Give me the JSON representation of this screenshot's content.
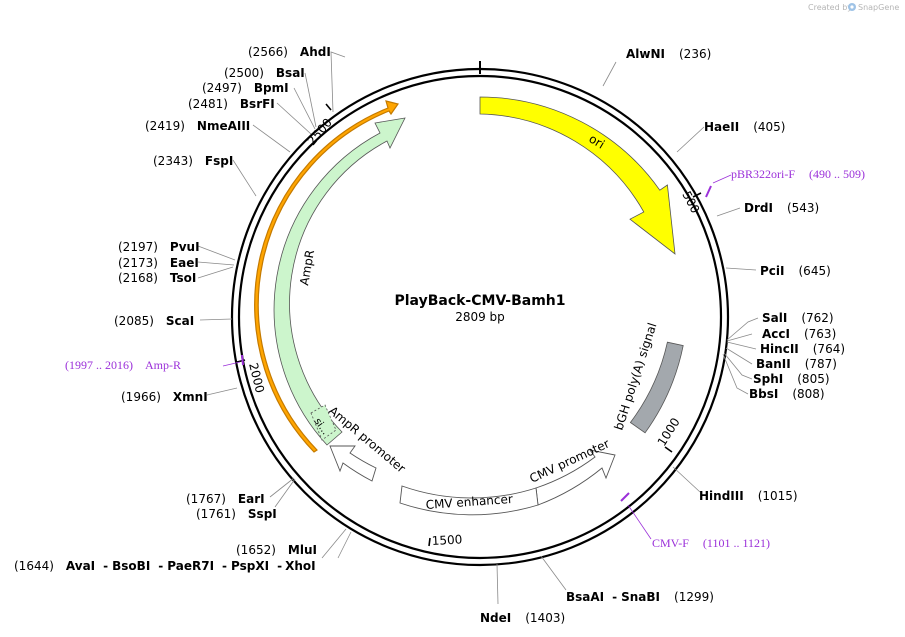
{
  "credit": {
    "prefix": "Created by",
    "brand": "SnapGene"
  },
  "plasmid": {
    "name": "PlayBack-CMV-Bamh1",
    "length": "2809 bp"
  },
  "ticks": [
    "500",
    "1000",
    "1500",
    "2000",
    "2500"
  ],
  "features": {
    "ori": "ori",
    "bgh": "bGH poly(A) signal",
    "cmv_promoter": "CMV promoter",
    "cmv_enhancer": "CMV enhancer",
    "ampr_promoter": "AmpR promoter",
    "ampr": "AmpR",
    "signal": "si..."
  },
  "sites": {
    "alwni": {
      "name": "AlwNI",
      "pos": "(236)"
    },
    "haeii": {
      "name": "HaeII",
      "pos": "(405)"
    },
    "drdi": {
      "name": "DrdI",
      "pos": "(543)"
    },
    "pcii": {
      "name": "PciI",
      "pos": "(645)"
    },
    "sali": {
      "name": "SalI",
      "pos": "(762)"
    },
    "acci": {
      "name": "AccI",
      "pos": "(763)"
    },
    "hincii": {
      "name": "HincII",
      "pos": "(764)"
    },
    "banii": {
      "name": "BanII",
      "pos": "(787)"
    },
    "sphi": {
      "name": "SphI",
      "pos": "(805)"
    },
    "bbsi": {
      "name": "BbsI",
      "pos": "(808)"
    },
    "hindiii": {
      "name": "HindIII",
      "pos": "(1015)"
    },
    "bsaai": {
      "name": "BsaAI",
      "sep": "-",
      "name2": "SnaBI",
      "pos": "(1299)"
    },
    "ndei": {
      "name": "NdeI",
      "pos": "(1403)"
    },
    "avai": {
      "pos": "(1644)",
      "names": [
        "AvaI",
        "-",
        "BsoBI",
        "-",
        "PaeR7I",
        "-",
        "PspXI",
        "-",
        "XhoI"
      ]
    },
    "mlui": {
      "name": "MluI",
      "pos": "(1652)"
    },
    "ssp": {
      "name": "SspI",
      "pos": "(1761)"
    },
    "eari": {
      "name": "EarI",
      "pos": "(1767)"
    },
    "xmni": {
      "name": "XmnI",
      "pos": "(1966)"
    },
    "scai": {
      "name": "ScaI",
      "pos": "(2085)"
    },
    "tsoi": {
      "name": "TsoI",
      "pos": "(2168)"
    },
    "eaei": {
      "name": "EaeI",
      "pos": "(2173)"
    },
    "pvui": {
      "name": "PvuI",
      "pos": "(2197)"
    },
    "fspi": {
      "name": "FspI",
      "pos": "(2343)"
    },
    "nmeaiii": {
      "name": "NmeAIII",
      "pos": "(2419)"
    },
    "bsrfi": {
      "name": "BsrFI",
      "pos": "(2481)"
    },
    "bpmi": {
      "name": "BpmI",
      "pos": "(2497)"
    },
    "bsai": {
      "name": "BsaI",
      "pos": "(2500)"
    },
    "ahdi": {
      "name": "AhdI",
      "pos": "(2566)"
    }
  },
  "primers": {
    "pbr322ori": {
      "name": "pBR322ori-F",
      "range": "(490 .. 509)"
    },
    "cmvf": {
      "name": "CMV-F",
      "range": "(1101 .. 1121)"
    },
    "ampr": {
      "name": "Amp-R",
      "range": "(1997 .. 2016)"
    }
  },
  "colors": {
    "ori": "#ffff00",
    "bgh": "#a3a8ad",
    "ampr": "#ccf5cc",
    "signal": "#ffa500",
    "promoter": "#ffffff",
    "primer": "#9b30d9",
    "backbone": "#000000"
  }
}
